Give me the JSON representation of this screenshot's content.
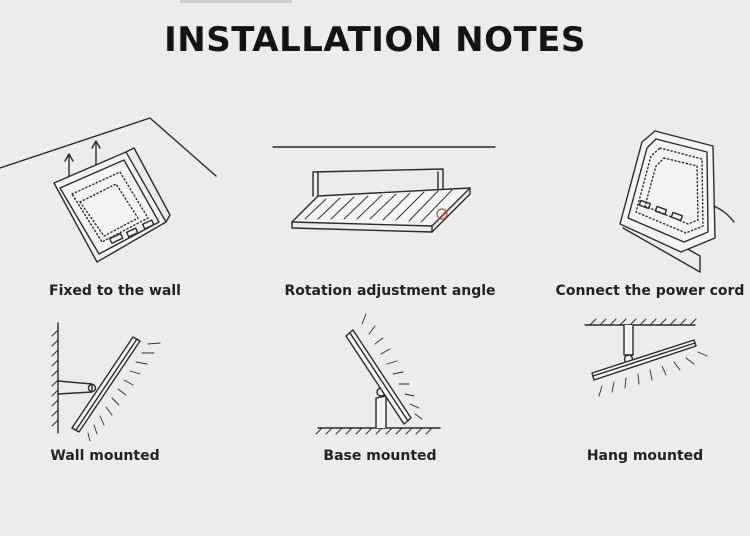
{
  "title": "INSTALLATION NOTES",
  "captions": {
    "fixed_wall": "Fixed to the wall",
    "rotation": "Rotation adjustment angle",
    "power_cord": "Connect the power cord",
    "wall_mounted": "Wall mounted",
    "base_mounted": "Base mounted",
    "hang_mounted": "Hang mounted"
  },
  "colors": {
    "background": "#ececec",
    "line": "#2b2b2b",
    "highlight": "#e23b3b"
  }
}
